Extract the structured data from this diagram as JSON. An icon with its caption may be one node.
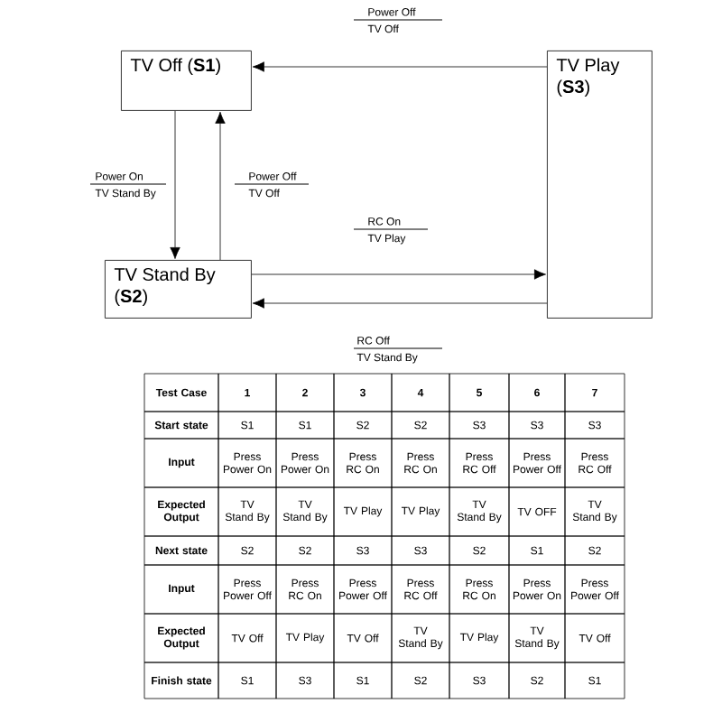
{
  "diagram": {
    "nodes": [
      {
        "text": [
          "TV Off (**S1**)"
        ]
      },
      {
        "text": [
          "TV Play (**S3**)"
        ]
      },
      {
        "text": [
          "TV Stand By (**S2**)"
        ]
      }
    ],
    "edges": [
      {
        "from": 1,
        "to": 0,
        "arrow": "to",
        "label": "Power Off"
      },
      {
        "from": 0,
        "to": 2,
        "arrow": "to",
        "label": "Power On"
      },
      {
        "from": 2,
        "to": 0,
        "arrow": "to",
        "label": "Power Off"
      },
      {
        "from": 2,
        "to": 1,
        "arrow": "to",
        "label": "RC On"
      },
      {
        "from": 1,
        "to": 2,
        "arrow": "to",
        "label": "RC Off"
      }
    ],
    "labels": [
      "TV Off",
      "TV Stand By",
      "TV Off",
      "TV Play",
      "TV Stand By",
      "Test Case",
      "1",
      "2",
      "3",
      "4",
      "5",
      "6",
      "7",
      "Start state",
      "S1",
      "S1",
      "S2",
      "S2",
      "S3",
      "S3",
      "S3",
      "Input",
      "Press Power On",
      "Press Power On",
      "Press RC On",
      "Press RC On",
      "Press RC Off",
      "Press Power Off",
      "Press RC Off",
      "Expected Output",
      "TV Stand By",
      "TV Stand By",
      "TV Play",
      "TV Play",
      "TV Stand By",
      "TV OFF",
      "TV Stand By",
      "Next state",
      "S2",
      "S2",
      "S3",
      "S3",
      "S2",
      "S1",
      "S2",
      "Input",
      "Press Power Off",
      "Press RC On",
      "Press Power Off",
      "Press RC Off",
      "Press RC On",
      "Press Power On",
      "Press Power Off",
      "Expected Output",
      "TV Off",
      "TV Play",
      "TV Off",
      "TV Stand By",
      "TV Play",
      "TV Stand By",
      "TV Off",
      "Finish state",
      "S1",
      "S3",
      "S1",
      "S2",
      "S3",
      "S2",
      "S1"
    ]
  }
}
